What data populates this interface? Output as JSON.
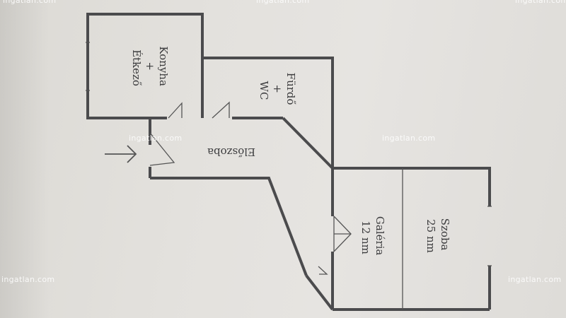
{
  "watermark": "ingatlan.com",
  "rooms": {
    "kitchen": [
      "Konyha",
      "+",
      "Étkező"
    ],
    "bath": [
      "Fürdő",
      "+",
      "WC"
    ],
    "hall": [
      "Előszoba"
    ],
    "gallery": [
      "Galéria",
      "12 nm"
    ],
    "room": [
      "Szoba",
      "25 nm"
    ]
  },
  "colors": {
    "wall": "#4b4b4d",
    "paper": "#e3e1dd"
  }
}
